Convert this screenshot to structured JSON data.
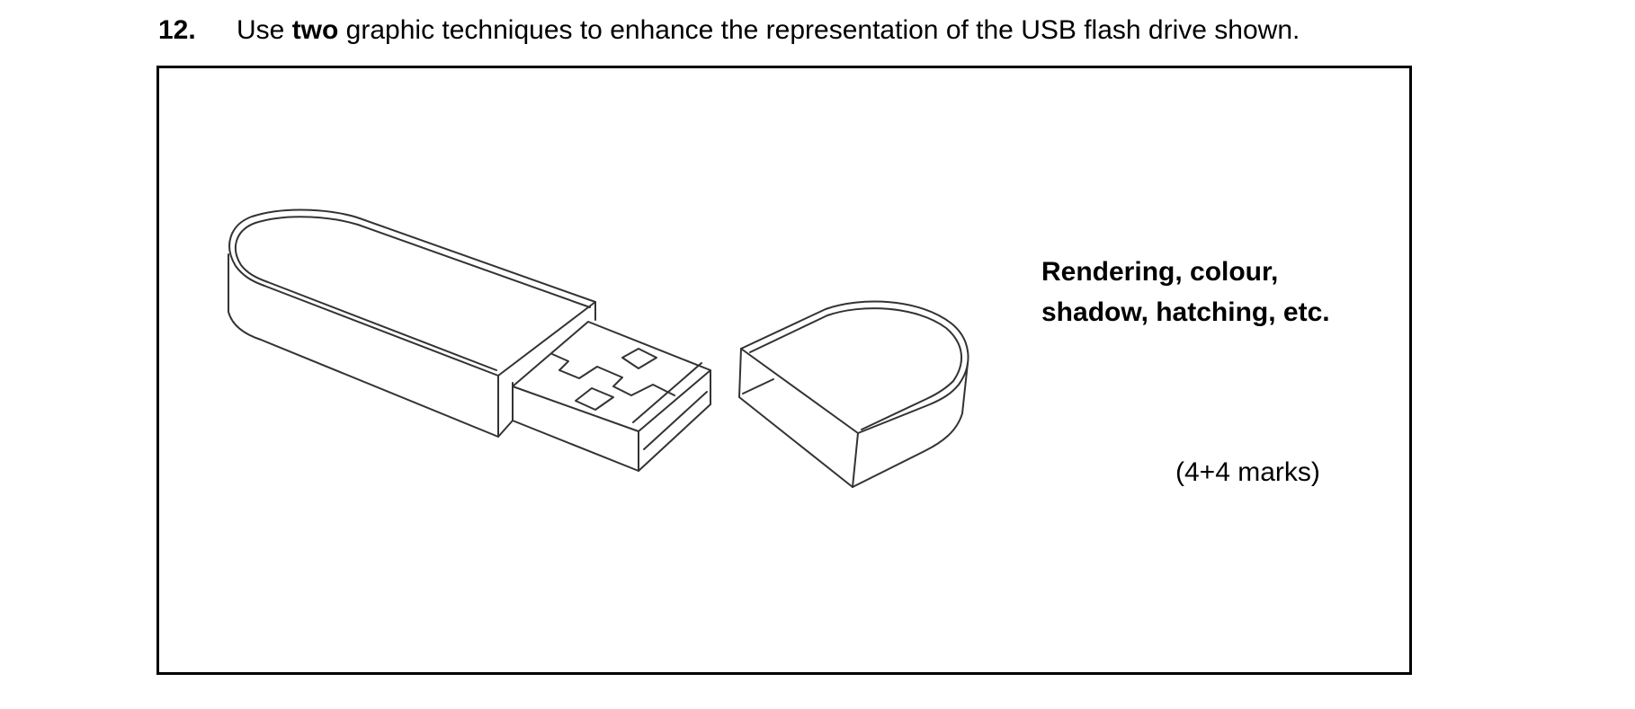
{
  "question": {
    "number": "12.",
    "text_before": "Use ",
    "text_bold": "two",
    "text_after": " graphic techniques to enhance the representation of the USB flash drive shown."
  },
  "answer": {
    "line1": "Rendering, colour,",
    "line2": "shadow, hatching, etc."
  },
  "marks": "(4+4 marks)",
  "drawing": {
    "subject": "usb-flash-drive",
    "parts": [
      "usb-body",
      "usb-connector",
      "usb-cap"
    ],
    "line_color": "#333333"
  }
}
